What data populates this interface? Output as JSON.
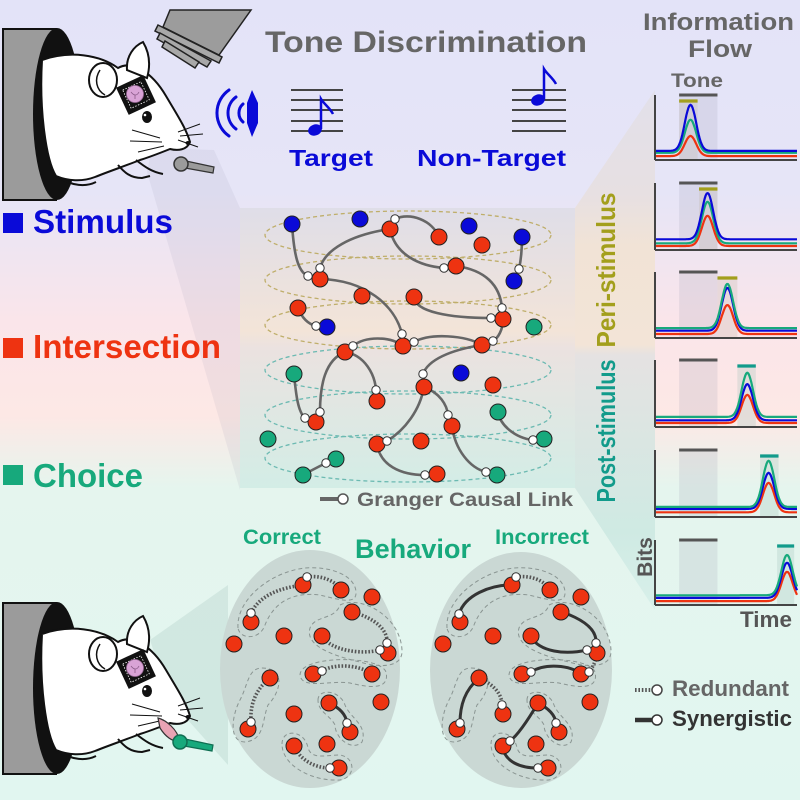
{
  "figure_title": "Tone Discrimination",
  "stimulus_panel": {
    "speaker_icon": "speaker-sound-icon",
    "target_label": "Target",
    "nontarget_label": "Non-Target"
  },
  "node_legend": [
    {
      "label": "Stimulus",
      "color": "#0a0ad8"
    },
    {
      "label": "Intersection",
      "color": "#ee3311"
    },
    {
      "label": "Choice",
      "color": "#17a97c"
    }
  ],
  "network": {
    "link_legend_label": "Granger Causal Link"
  },
  "epochs": {
    "peri_label": "Peri-stimulus",
    "post_label": "Post-stimulus"
  },
  "behavior": {
    "title": "Behavior",
    "correct_label": "Correct",
    "incorrect_label": "Incorrect"
  },
  "link_types": {
    "redundant_label": "Redundant",
    "synergistic_label": "Synergistic"
  },
  "information_flow": {
    "title_line1": "Information",
    "title_line2": "Flow",
    "tone_label": "Tone",
    "ylabel": "Bits",
    "xlabel": "Time"
  },
  "colors": {
    "stimulus": "#0a0ad8",
    "intersection": "#ee3311",
    "choice": "#17a97c",
    "peri": "#a39f1c",
    "post": "#129b8b",
    "peri_ring": "#bfae6a",
    "post_ring": "#6cbab2",
    "title_gray": "#666666",
    "link": "#666666",
    "tone_bar": "#555555",
    "synergistic_text": "#333333"
  },
  "chart_data": [
    {
      "panel": 1,
      "type": "line",
      "epoch": "Peri-stimulus",
      "xlim": [
        0,
        1
      ],
      "ylim": [
        0,
        1
      ],
      "tone_window": [
        0.17,
        0.44
      ],
      "epoch_window": [
        0.17,
        0.3
      ],
      "peak_time": 0.25,
      "peak_width": 0.04,
      "series": [
        {
          "name": "Intersection",
          "baseline": 0.06,
          "peak": 0.37
        },
        {
          "name": "Choice",
          "baseline": 0.11,
          "peak": 0.62
        },
        {
          "name": "Stimulus",
          "baseline": 0.14,
          "peak": 0.85
        }
      ]
    },
    {
      "panel": 2,
      "type": "line",
      "epoch": "Peri-stimulus",
      "xlim": [
        0,
        1
      ],
      "ylim": [
        0,
        1
      ],
      "tone_window": [
        0.17,
        0.44
      ],
      "epoch_window": [
        0.31,
        0.44
      ],
      "peak_time": 0.37,
      "peak_width": 0.04,
      "series": [
        {
          "name": "Intersection",
          "baseline": 0.06,
          "peak": 0.51
        },
        {
          "name": "Choice",
          "baseline": 0.1,
          "peak": 0.72
        },
        {
          "name": "Stimulus",
          "baseline": 0.16,
          "peak": 0.85
        }
      ]
    },
    {
      "panel": 3,
      "type": "line",
      "epoch": "Peri-stimulus",
      "xlim": [
        0,
        1
      ],
      "ylim": [
        0,
        1
      ],
      "tone_window": [
        0.17,
        0.44
      ],
      "epoch_window": [
        0.44,
        0.58
      ],
      "peak_time": 0.51,
      "peak_width": 0.04,
      "series": [
        {
          "name": "Intersection",
          "baseline": 0.06,
          "peak": 0.5
        },
        {
          "name": "Stimulus",
          "baseline": 0.11,
          "peak": 0.76
        },
        {
          "name": "Choice",
          "baseline": 0.15,
          "peak": 0.82
        }
      ]
    },
    {
      "panel": 4,
      "type": "line",
      "epoch": "Post-stimulus",
      "xlim": [
        0,
        1
      ],
      "ylim": [
        0,
        1
      ],
      "tone_window": [
        0.17,
        0.44
      ],
      "epoch_window": [
        0.58,
        0.71
      ],
      "peak_time": 0.65,
      "peak_width": 0.04,
      "series": [
        {
          "name": "Intersection",
          "baseline": 0.06,
          "peak": 0.48
        },
        {
          "name": "Stimulus",
          "baseline": 0.1,
          "peak": 0.64
        },
        {
          "name": "Choice",
          "baseline": 0.15,
          "peak": 0.81
        }
      ]
    },
    {
      "panel": 5,
      "type": "line",
      "epoch": "Post-stimulus",
      "xlim": [
        0,
        1
      ],
      "ylim": [
        0,
        1
      ],
      "tone_window": [
        0.17,
        0.44
      ],
      "epoch_window": [
        0.74,
        0.87
      ],
      "peak_time": 0.8,
      "peak_width": 0.04,
      "series": [
        {
          "name": "Intersection",
          "baseline": 0.07,
          "peak": 0.51
        },
        {
          "name": "Stimulus",
          "baseline": 0.12,
          "peak": 0.66
        },
        {
          "name": "Choice",
          "baseline": 0.15,
          "peak": 0.84
        }
      ]
    },
    {
      "panel": 6,
      "type": "line",
      "epoch": "Post-stimulus",
      "xlim": [
        0,
        1
      ],
      "ylim": [
        0,
        1
      ],
      "tone_window": [
        0.17,
        0.44
      ],
      "epoch_window": [
        0.86,
        0.98
      ],
      "peak_time": 0.93,
      "peak_width": 0.04,
      "series": [
        {
          "name": "Intersection",
          "baseline": 0.06,
          "peak": 0.51
        },
        {
          "name": "Stimulus",
          "baseline": 0.11,
          "peak": 0.65
        },
        {
          "name": "Choice",
          "baseline": 0.15,
          "peak": 0.77
        }
      ]
    }
  ]
}
